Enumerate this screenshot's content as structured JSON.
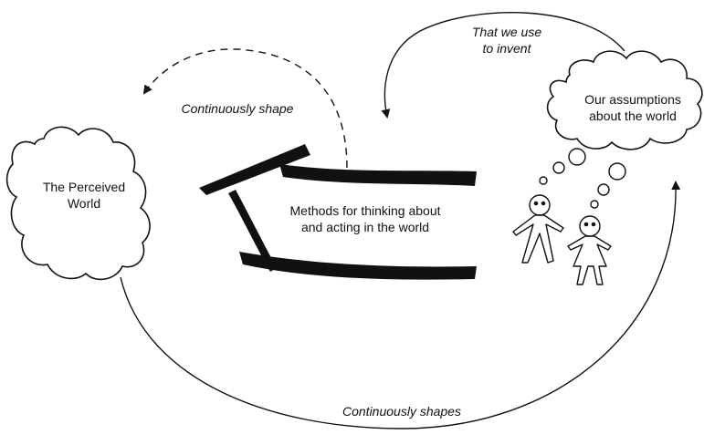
{
  "nodes": {
    "perceived_world": {
      "line1": "The Perceived",
      "line2": "World"
    },
    "assumptions": {
      "line1": "Our assumptions",
      "line2": "about the world"
    },
    "methods": {
      "line1": "Methods for thinking about",
      "line2": "and acting in the world"
    }
  },
  "edges": {
    "top_arrow": {
      "line1": "That we use",
      "line2": "to invent"
    },
    "dashed_arrow": {
      "label": "Continuously shape"
    },
    "bottom_arrow": {
      "label": "Continuously shapes"
    }
  },
  "icons": {
    "person_left": "stick-figure-man-icon",
    "person_right": "stick-figure-woman-icon",
    "thought_bubbles": "thought-bubbles-icon",
    "methods_frame": "frame-icon"
  },
  "colors": {
    "stroke": "#111111",
    "background": "#ffffff"
  }
}
